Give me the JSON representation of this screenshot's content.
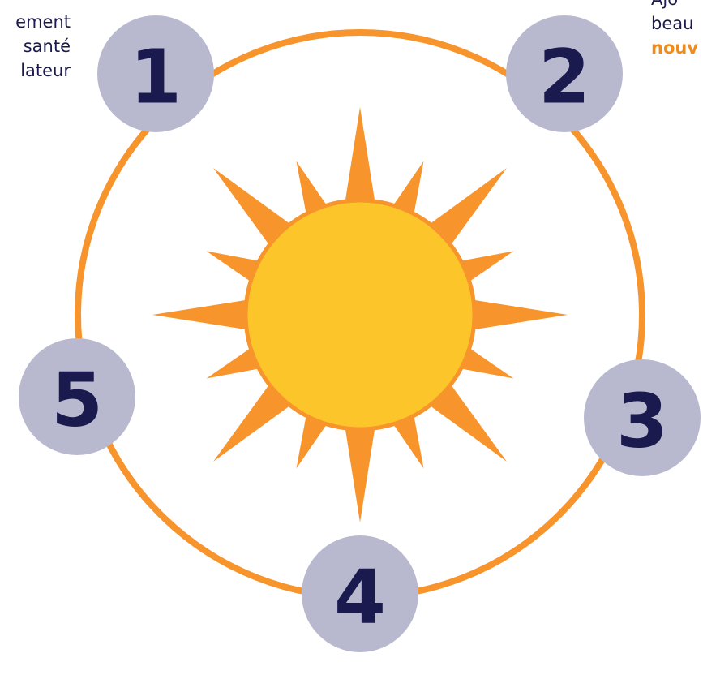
{
  "colors": {
    "ring": "#f7942c",
    "ray": "#f7942c",
    "sun_core": "#fcc62b",
    "sun_edge": "#f7942c",
    "node_fill": "#b8b9cf",
    "node_text": "#1a1a4e",
    "body_text": "#1a1a4e",
    "highlight_text": "#f08c1e"
  },
  "diagram": {
    "center": "sun-icon",
    "nodes": [
      {
        "label": "1"
      },
      {
        "label": "2"
      },
      {
        "label": "3"
      },
      {
        "label": "4"
      },
      {
        "label": "5"
      }
    ]
  },
  "left_text": {
    "lines": [
      "ement",
      "santé",
      "lateur"
    ]
  },
  "right_text": {
    "lines": [
      "Ajo",
      "beau"
    ],
    "highlight": "nouv"
  }
}
